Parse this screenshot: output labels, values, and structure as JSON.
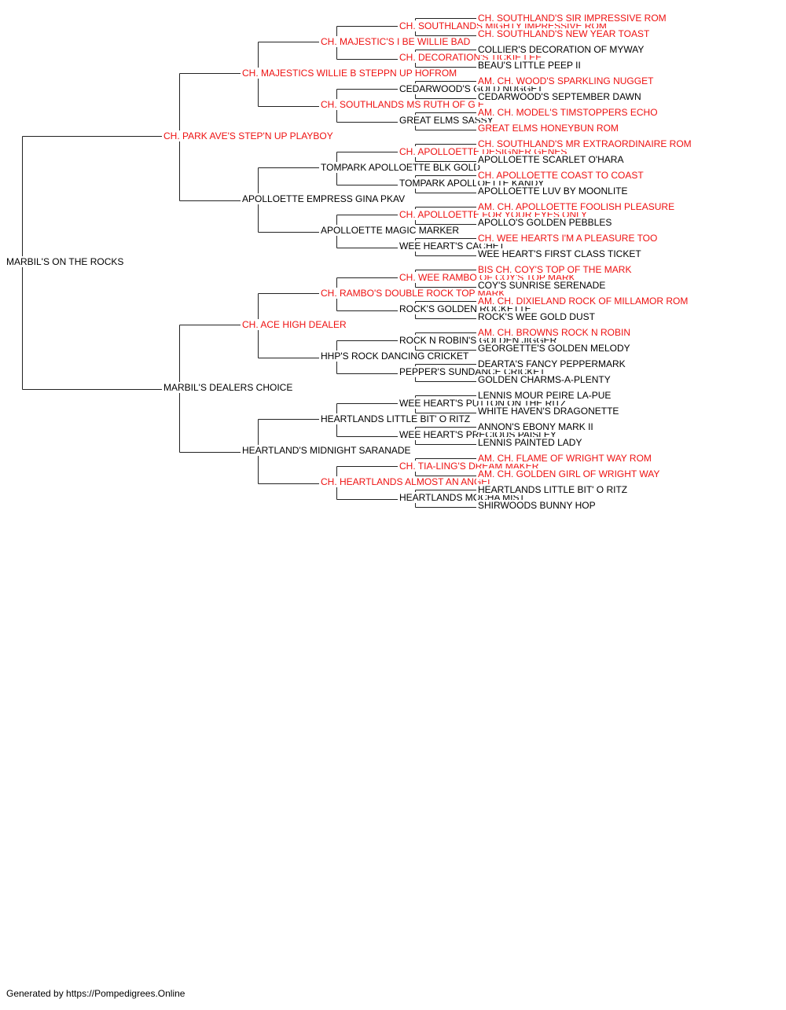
{
  "colors": {
    "champion": "#ee1111",
    "regular": "#000000",
    "line": "#222222"
  },
  "pedigree": {
    "subject": {
      "name": "MARBIL'S ON THE ROCKS",
      "champion": false
    },
    "generations": [
      [
        {
          "name": "CH. PARK AVE'S STEP'N UP PLAYBOY",
          "champion": true
        },
        {
          "name": "MARBIL'S DEALERS CHOICE",
          "champion": false
        }
      ],
      [
        {
          "name": "CH. MAJESTICS WILLIE B STEPPN UP HOFROM",
          "champion": true
        },
        {
          "name": "APOLLOETTE EMPRESS GINA PKAV",
          "champion": false
        },
        {
          "name": "CH. ACE HIGH DEALER",
          "champion": true
        },
        {
          "name": "HEARTLAND'S MIDNIGHT SARANADE",
          "champion": false
        }
      ],
      [
        {
          "name": "CH. MAJESTIC'S I BE WILLIE BAD",
          "champion": true
        },
        {
          "name": "CH. SOUTHLANDS MS RUTH OF G E",
          "champion": true
        },
        {
          "name": "TOMPARK APOLLOETTE BLK GOLD",
          "champion": false
        },
        {
          "name": "APOLLOETTE MAGIC MARKER",
          "champion": false
        },
        {
          "name": "CH. RAMBO'S DOUBLE ROCK TOP MARK",
          "champion": true
        },
        {
          "name": "HHP'S ROCK DANCING CRICKET",
          "champion": false
        },
        {
          "name": "HEARTLANDS LITTLE BIT' O RITZ",
          "champion": false
        },
        {
          "name": "CH. HEARTLANDS ALMOST AN ANGEL",
          "champion": true
        }
      ],
      [
        {
          "name": "CH. SOUTHLANDS MIGHTY IMPRESSIVE ROM",
          "champion": true
        },
        {
          "name": "CH. DECORATION'S TICKIE LEE",
          "champion": true
        },
        {
          "name": "CEDARWOOD'S GOLD NUGGET",
          "champion": false
        },
        {
          "name": "GREAT ELMS SASSY",
          "champion": false
        },
        {
          "name": "CH. APOLLOETTE DESIGNER GENES",
          "champion": true
        },
        {
          "name": "TOMPARK APOLLOETTE KANDY",
          "champion": false
        },
        {
          "name": "CH. APOLLOETTE FOR YOUR EYES ONLY",
          "champion": true
        },
        {
          "name": "WEE HEART'S CACHET",
          "champion": false
        },
        {
          "name": "CH. WEE RAMBO OF COY'S TOP MARK",
          "champion": true
        },
        {
          "name": "ROCK'S GOLDEN ROCKETTE",
          "champion": false
        },
        {
          "name": "ROCK N ROBIN'S GOLDEN JIGGER",
          "champion": false
        },
        {
          "name": "PEPPER'S SUNDANCE CRICKET",
          "champion": false
        },
        {
          "name": "WEE HEART'S PUTTON ON THE RITZ",
          "champion": false
        },
        {
          "name": "WEE HEART'S PRECIOUS PAISLEY",
          "champion": false
        },
        {
          "name": "CH. TIA-LING'S DREAM MAKER",
          "champion": true
        },
        {
          "name": "HEARTLANDS MOCHA MIST",
          "champion": false
        }
      ],
      [
        {
          "name": "CH. SOUTHLAND'S SIR IMPRESSIVE ROM",
          "champion": true
        },
        {
          "name": "CH. SOUTHLAND'S NEW YEAR TOAST",
          "champion": true
        },
        {
          "name": "COLLIER'S DECORATION OF MYWAY",
          "champion": false
        },
        {
          "name": "BEAU'S LITTLE PEEP II",
          "champion": false
        },
        {
          "name": "AM. CH. WOOD'S SPARKLING NUGGET",
          "champion": true
        },
        {
          "name": "CEDARWOOD'S SEPTEMBER DAWN",
          "champion": false
        },
        {
          "name": "AM. CH. MODEL'S TIMSTOPPERS ECHO",
          "champion": true
        },
        {
          "name": "GREAT ELMS HONEYBUN ROM",
          "champion": true
        },
        {
          "name": "CH. SOUTHLAND'S MR EXTRAORDINAIRE ROM",
          "champion": true
        },
        {
          "name": "APOLLOETTE SCARLET O'HARA",
          "champion": false
        },
        {
          "name": "CH. APOLLOETTE COAST TO COAST",
          "champion": true
        },
        {
          "name": "APOLLOETTE LUV BY MOONLITE",
          "champion": false
        },
        {
          "name": "AM. CH. APOLLOETTE FOOLISH PLEASURE",
          "champion": true
        },
        {
          "name": "APOLLO'S GOLDEN PEBBLES",
          "champion": false
        },
        {
          "name": "CH. WEE HEARTS I'M A PLEASURE TOO",
          "champion": true
        },
        {
          "name": "WEE HEART'S FIRST CLASS TICKET",
          "champion": false
        },
        {
          "name": "BIS CH. COY'S TOP OF THE MARK",
          "champion": true
        },
        {
          "name": "COY'S SUNRISE SERENADE",
          "champion": false
        },
        {
          "name": "AM. CH. DIXIELAND ROCK OF MILLAMOR ROM",
          "champion": true
        },
        {
          "name": "ROCK'S WEE GOLD DUST",
          "champion": false
        },
        {
          "name": "AM. CH. BROWNS ROCK N ROBIN",
          "champion": true
        },
        {
          "name": "GEORGETTE'S GOLDEN MELODY",
          "champion": false
        },
        {
          "name": "DEARTA'S FANCY PEPPERMARK",
          "champion": false
        },
        {
          "name": "GOLDEN CHARMS-A-PLENTY",
          "champion": false
        },
        {
          "name": "LENNIS MOUR PEIRE LA-PUE",
          "champion": false
        },
        {
          "name": "WHITE HAVEN'S DRAGONETTE",
          "champion": false
        },
        {
          "name": "ANNON'S EBONY MARK II",
          "champion": false
        },
        {
          "name": "LENNIS PAINTED LADY",
          "champion": false
        },
        {
          "name": "AM. CH. FLAME OF WRIGHT WAY ROM",
          "champion": true
        },
        {
          "name": "AM. CH. GOLDEN GIRL OF WRIGHT WAY",
          "champion": true
        },
        {
          "name": "HEARTLANDS LITTLE BIT' O RITZ",
          "champion": false
        },
        {
          "name": "SHIRWOODS BUNNY HOP",
          "champion": false
        }
      ]
    ]
  },
  "footer": {
    "text": "Generated by https://Pompedigrees.Online"
  }
}
